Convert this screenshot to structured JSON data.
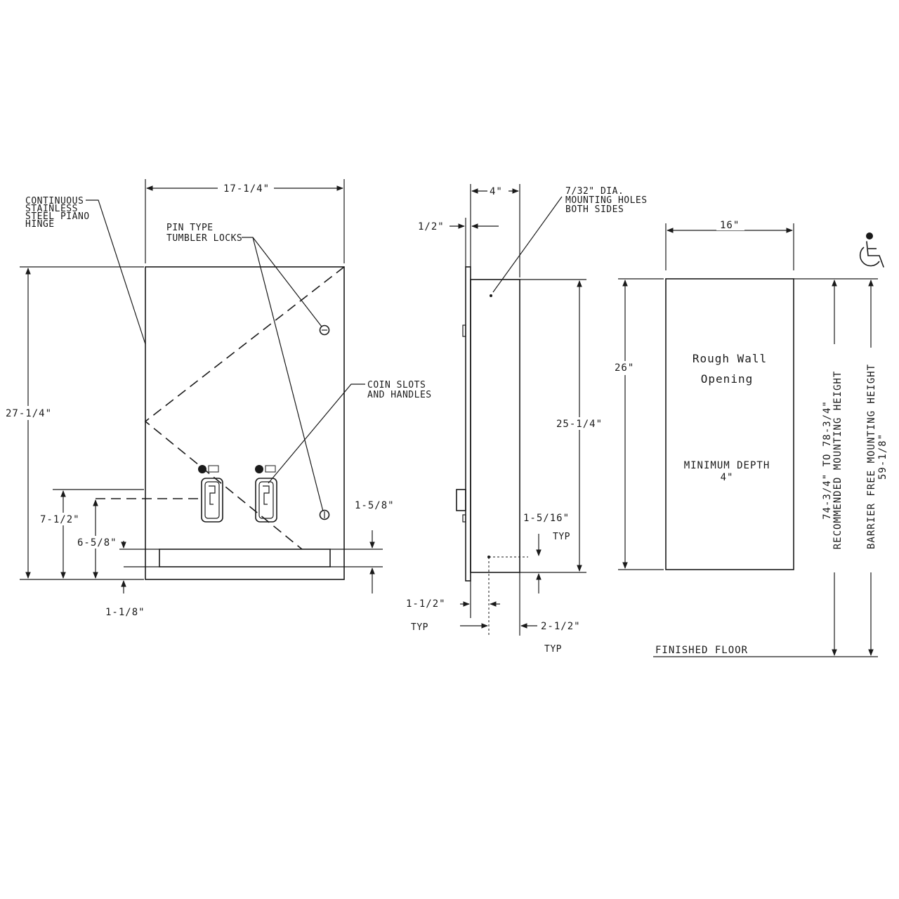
{
  "front_view": {
    "hinge_label": [
      "CONTINUOUS",
      "STAINLESS",
      "STEEL PIANO",
      "HINGE"
    ],
    "locks_label": [
      "PIN TYPE",
      "TUMBLER LOCKS"
    ],
    "coin_label": [
      "COIN SLOTS",
      "AND HANDLES"
    ],
    "dim_width": "17-1/4\"",
    "dim_height": "27-1/4\"",
    "dim_handle_height": "7-1/2\"",
    "dim_tray_top": "6-5/8\"",
    "dim_bottom": "1-1/8\"",
    "dim_tray_height": "1-5/8\""
  },
  "side_view": {
    "holes_label": [
      "7/32\"        DIA.",
      "MOUNTING HOLES",
      "BOTH SIDES"
    ],
    "dim_depth": "4\"",
    "dim_flange": "1/2\"",
    "dim_body_height": "25-1/4\"",
    "dim_hole_from_bottom": "1-5/16\"",
    "dim_hole_from_bottom_typ": "TYP",
    "dim_hole_offset": "1-1/2\"",
    "dim_hole_offset_typ": "TYP",
    "dim_hole_back": "2-1/2\"",
    "dim_hole_back_typ": "TYP"
  },
  "opening_view": {
    "dim_width": "16\"",
    "dim_height": "26\"",
    "title_line1": "Rough Wall",
    "title_line2": "Opening",
    "depth_line1": "MINIMUM DEPTH",
    "depth_line2": "4\"",
    "recommended_line1": "74-3/4\" TO 78-3/4\"",
    "recommended_line2": "RECOMMENDED MOUNTING HEIGHT",
    "barrier_line1": "BARRIER FREE MOUNTING HEIGHT",
    "barrier_line2": "59-1/8\"",
    "floor_label": "FINISHED FLOOR",
    "accessibility_icon": "wheelchair-icon"
  }
}
